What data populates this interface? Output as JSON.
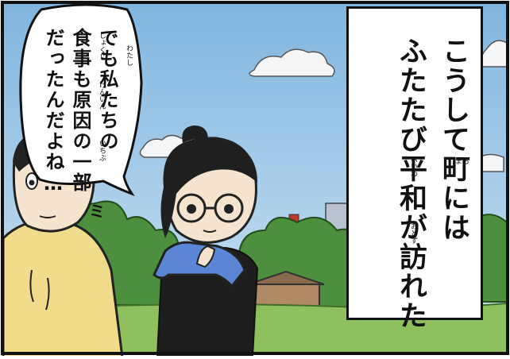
{
  "narration": {
    "lines": [
      "こうして町には",
      "ふたたび平和が訪れた"
    ],
    "furigana": [
      "まち",
      "へいわ",
      "おとず"
    ]
  },
  "speech": {
    "lines": [
      "でも私たちの",
      "食事も原因の一部",
      "だったんだよね…"
    ],
    "furigana": [
      "わたし",
      "しょくじ",
      "げんいん",
      "いちぶ"
    ]
  },
  "sfx": "ミ",
  "colors": {
    "sky": "#88bce3",
    "cloud": "#f4f6f8",
    "trees": "#4c8f3c",
    "grass": "#8fc05e",
    "hoodie": "#f0dc8a",
    "shirt": "#5b86d6",
    "dress": "#1d1d1d"
  }
}
